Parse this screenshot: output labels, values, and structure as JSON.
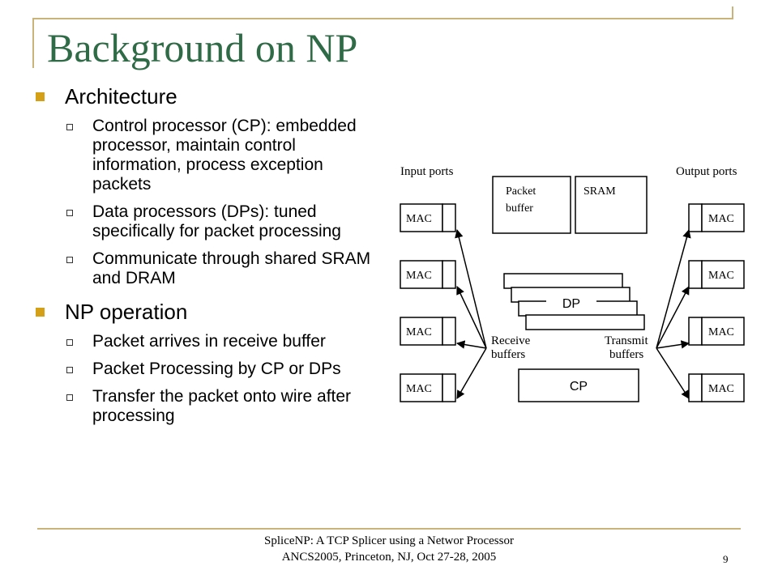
{
  "slide": {
    "title": "Background on NP",
    "sections": [
      {
        "heading": "Architecture",
        "items": [
          "Control processor (CP): embedded processor, maintain control information, process exception packets",
          "Data processors (DPs): tuned specifically for packet processing",
          "Communicate through shared SRAM and DRAM"
        ]
      },
      {
        "heading": "NP operation",
        "items": [
          "Packet arrives in receive buffer",
          "Packet Processing by CP or DPs",
          "Transfer the packet onto wire after processing"
        ]
      }
    ],
    "diagram": {
      "input_ports_label": "Input ports",
      "output_ports_label": "Output ports",
      "mac_label": "MAC",
      "packet_buffer_line1": "Packet",
      "packet_buffer_line2": "buffer",
      "sram_label": "SRAM",
      "dp_label": "DP",
      "cp_label": "CP",
      "receive_line1": "Receive",
      "receive_line2": "buffers",
      "transmit_line1": "Transmit",
      "transmit_line2": "buffers"
    },
    "footer": {
      "line1": "SpliceNP: A TCP Splicer using a Networ Processor",
      "line2": "ANCS2005, Princeton, NJ, Oct 27-28, 2005",
      "page_number": "9"
    }
  }
}
